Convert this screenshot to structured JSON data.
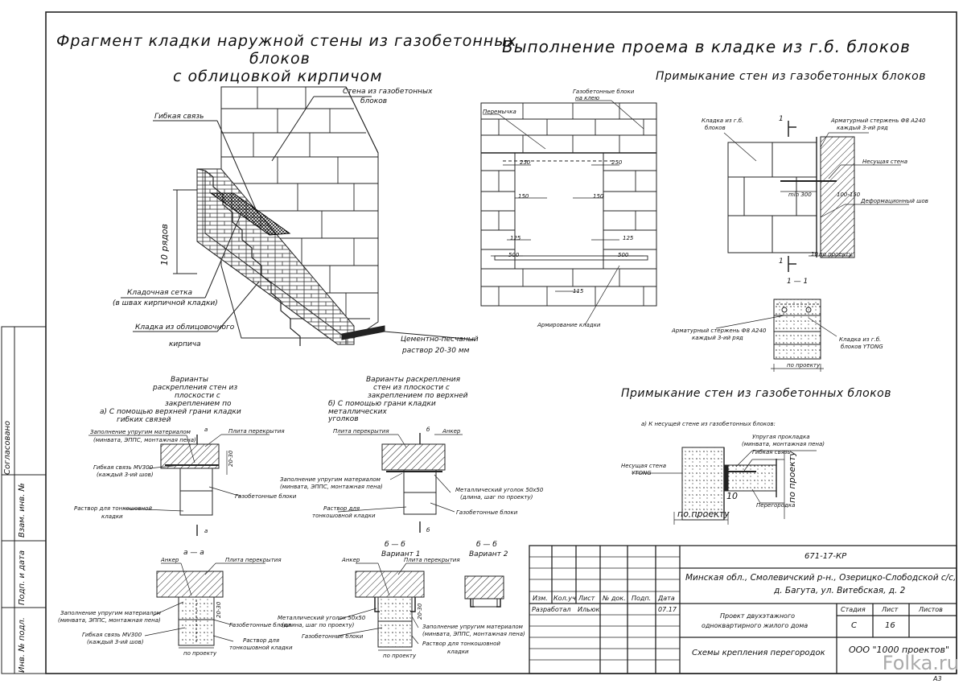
{
  "titles": {
    "t1_line1": "Фрагмент кладки наружной стены из газобетонных",
    "t1_line2": "блоков",
    "t1_line3": "с облицовкой кирпичом",
    "t2": "Выполнение проема в кладке из г.б. блоков",
    "t3": "Примыкание стен из газобетонных блоков",
    "t4": "Примыкание стен из газобетонных блоков"
  },
  "wall_fragment": {
    "wall_blocks": "Стена из газобетонных",
    "wall_blocks2": "блоков",
    "flex_tie": "Гибкая связь",
    "rows": "10 рядов",
    "mesh1": "Кладочная сетка",
    "mesh2": "(в швах кирпичной кладки)",
    "facing1": "Кладка из облицовочного",
    "facing2": "кирпича",
    "mortar1": "Цементно-песчаный",
    "mortar2": "раствор 20-30 мм"
  },
  "opening": {
    "lintel": "Перемычка",
    "blocks_glue": "Газобетонные блоки",
    "blocks_glue2": "на клею",
    "d250a": "250",
    "d250b": "250",
    "d150a": "150",
    "d150b": "150",
    "d125a": "125",
    "d125b": "125",
    "d500a": "500",
    "d500b": "500",
    "d115": "115",
    "reinf": "Армирование кладки"
  },
  "junction_top": {
    "gb_masonry": "Кладка из г.б.",
    "gb_masonry2": "блоков",
    "rebar": "Арматурный стержень Ф8 A240",
    "rebar2": "каждый 3-ий ряд",
    "bearing": "Несущая стена",
    "deform": "Деформационный шов",
    "min300": "min 300",
    "d100_150": "100-150",
    "mark1a": "1",
    "mark1b": "1",
    "section": "1 — 1",
    "rebar_s": "Арматурный стержень Ф8 A240",
    "rebar_s2": "каждый 3-ий ряд",
    "gb_s": "Кладка из г.б.",
    "gb_s2": "блоков YTONG",
    "by_project": "по проекту",
    "by_project2": "по проекту",
    "d10": "10"
  },
  "variants_a": {
    "h1": "Варианты",
    "h2": "раскрепления стен из",
    "h3": "плоскости с",
    "h4": "закреплением по",
    "h5": "а) С помощью верхней грани кладки",
    "h6": "гибких связей",
    "fill": "Заполнение упругим материалом",
    "fill2": "(минвата, ЭППС, монтажная пена)",
    "slab": "Плита перекрытия",
    "tie": "Гибкая связь MV300",
    "tie2": "(каждый 3-ий шов)",
    "gb": "Газобетонные блоки",
    "mortar": "Раствор для тонкошовной",
    "mortar2": "кладки",
    "mark_a": "а",
    "mark_a2": "а",
    "d20_30": "20-30"
  },
  "variants_b": {
    "h1": "Варианты раскрепления",
    "h2": "стен из плоскости с",
    "h3": "закреплением по верхней",
    "h4": "б) С помощью грани кладки",
    "h5": "металлических",
    "h6": "уголков",
    "slab": "Плита перекрытия",
    "anchor": "Анкер",
    "fill": "Заполнение упругим материалом",
    "fill2": "(минвата, ЭППС, монтажная пена)",
    "angle": "Металлический уголок 50х50",
    "angle2": "(длина, шаг по проекту)",
    "gb": "Газобетонные блоки",
    "mortar": "Раствор для",
    "mortar2": "тонкошовной кладки",
    "mark_b": "б",
    "mark_b2": "б"
  },
  "section_aa": {
    "title": "а — а",
    "anchor": "Анкер",
    "slab": "Плита перекрытия",
    "fill": "Заполнение упругим материалом",
    "fill2": "(минвата, ЭППС, монтажная пена)",
    "tie": "Гибкая связь MV300",
    "tie2": "(каждый 3-ий шов)",
    "gb": "Газобетонные блоки",
    "mortar": "Раствор для",
    "mortar2": "тонкошовной кладки",
    "by_project": "по проекту",
    "d20_30": "20-30"
  },
  "section_bb": {
    "title1": "б — б",
    "var1": "Вариант 1",
    "title2": "б — б",
    "var2": "Вариант 2",
    "anchor": "Анкер",
    "slab": "Плита перекрытия",
    "angle": "Металлический уголок 50х50",
    "angle2": "(длина, шаг по проекту)",
    "gb": "Газобетонные блоки",
    "fill": "Заполнение упругим материалом",
    "fill2": "(минвата, ЭППС, монтажная пена)",
    "mortar": "Раствор для тонкошовной",
    "mortar2": "кладки",
    "by_project": "по проекту",
    "d20_30": "20-30"
  },
  "junction_bottom": {
    "sub": "а) К несущей стене из газобетонных блоков:",
    "gasket": "Упругая прокладка",
    "gasket2": "(минвата, монтажная пена)",
    "tie": "Гибкая связь",
    "bearing": "Несущая стена",
    "bearing2": "YTONG",
    "partition": "Перегородка",
    "by_project": "по проекту",
    "by_project_v": "по проекту",
    "d10": "10"
  },
  "stamp": {
    "code": "671-17-КР",
    "address1": "Минская обл., Смолевичский р-н., Озерицко-Слободской с/с,",
    "address2": "д. Багута, ул. Витебская, д. 2",
    "h_izm": "Изм.",
    "h_koluch": "Кол.уч",
    "h_list": "Лист",
    "h_ndok": "№ док.",
    "h_podp": "Подп.",
    "h_data": "Дата",
    "role": "Разработал",
    "name": "Ильюк",
    "date": "07.17",
    "project1": "Проект двухэтажного",
    "project2": "одноквартирного жилого дома",
    "h_stage": "Стадия",
    "h_sheet": "Лист",
    "h_sheets": "Листов",
    "stage": "С",
    "sheet": "16",
    "drawing": "Схемы крепления перегородок",
    "org": "ООО \"1000 проектов\"",
    "format": "А3"
  },
  "side": {
    "agreed": "Согласовано",
    "inv_vzam": "Взам. инв. №",
    "sign_date": "Подп. и дата",
    "inv_podl": "Инв. № подл."
  },
  "watermark": "Folka.ru"
}
